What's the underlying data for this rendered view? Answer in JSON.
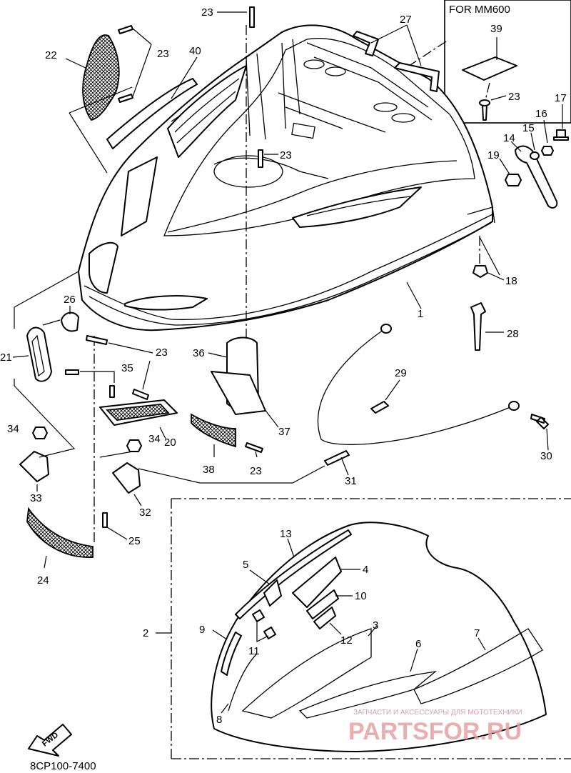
{
  "diagram": {
    "inset_title": "FOR MM600",
    "catalog_code": "8CP100-7400",
    "fwd_label": "FWD",
    "watermark_caption": "ЗАПЧАСТИ И АКСЕССУАРЫ ДЛЯ МОТОТЕХНИКИ",
    "watermark_logo": "PARTSFOR.RU",
    "colors": {
      "ink": "#000000",
      "paper": "#ffffff",
      "watermark": "#e8a0a0"
    },
    "callouts": {
      "n1": "1",
      "n2": "2",
      "n3": "3",
      "n4": "4",
      "n5": "5",
      "n6": "6",
      "n7": "7",
      "n8": "8",
      "n9": "9",
      "n10": "10",
      "n11": "11",
      "n12": "12",
      "n13": "13",
      "n14": "14",
      "n15": "15",
      "n16": "16",
      "n17": "17",
      "n18": "18",
      "n19": "19",
      "n20": "20",
      "n21": "21",
      "n22": "22",
      "n23": "23",
      "n24": "24",
      "n25": "25",
      "n26": "26",
      "n27": "27",
      "n28": "28",
      "n29": "29",
      "n30": "30",
      "n31": "31",
      "n32": "32",
      "n33": "33",
      "n34": "34",
      "n35": "35",
      "n36": "36",
      "n37": "37",
      "n38": "38",
      "n39": "39",
      "n40": "40"
    }
  }
}
